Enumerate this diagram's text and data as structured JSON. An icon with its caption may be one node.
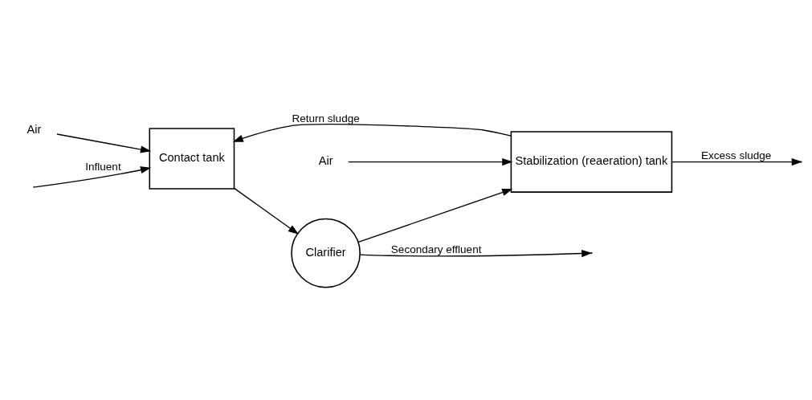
{
  "diagram": {
    "nodes": [
      {
        "text": [
          "Contact tank"
        ]
      },
      {
        "text": [
          "Clarifier"
        ]
      },
      {
        "text": [
          "Stabilization (reaeration) tank"
        ]
      },
      {
        "text": [
          "Air"
        ]
      },
      {
        "text": [
          "Air"
        ]
      }
    ],
    "edges": [
      {
        "from": null,
        "to": 0,
        "arrow": "to",
        "label": "Influent"
      },
      {
        "from": 3,
        "to": 0,
        "arrow": "to"
      },
      {
        "from": 0,
        "to": 1,
        "arrow": "to"
      },
      {
        "from": 1,
        "to": null,
        "arrow": "to",
        "label": "Secondary effluent"
      },
      {
        "from": 1,
        "to": 2,
        "arrow": "to"
      },
      {
        "from": 4,
        "to": 2,
        "arrow": "to"
      },
      {
        "from": 2,
        "to": 0,
        "arrow": "to",
        "label": "Return sludge"
      },
      {
        "from": 2,
        "to": null,
        "arrow": "to",
        "label": "Excess sludge"
      }
    ]
  }
}
